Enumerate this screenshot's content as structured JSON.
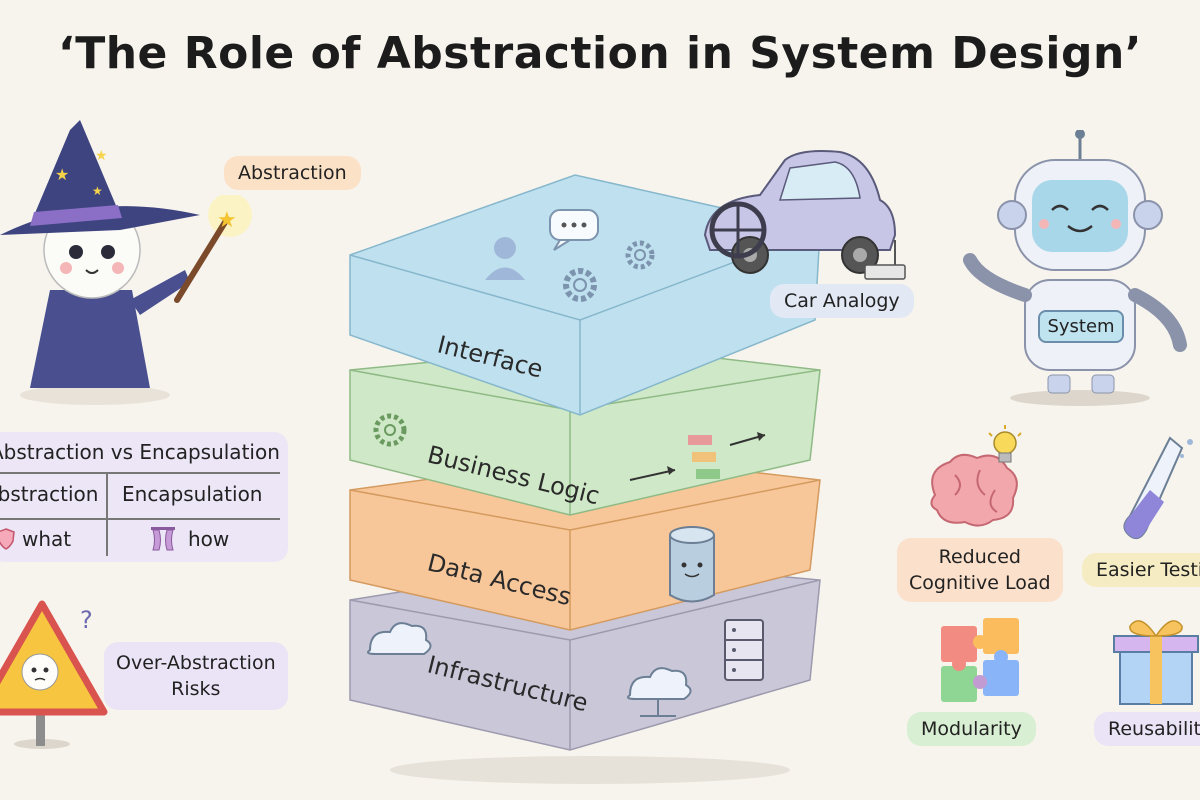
{
  "title": "‘The Role of Abstraction in System Design’",
  "labels": {
    "abstraction": "Abstraction",
    "car_analogy": "Car Analogy",
    "system_badge": "System",
    "over_abstraction_line1": "Over-Abstraction",
    "over_abstraction_line2": "Risks"
  },
  "layers": [
    {
      "label": "Interface",
      "color": "#bfe0ee"
    },
    {
      "label": "Business Logic",
      "color": "#cfe8c7"
    },
    {
      "label": "Data Access",
      "color": "#f7c79a"
    },
    {
      "label": "Infrastructure",
      "color": "#c9c7d8"
    }
  ],
  "comparison": {
    "heading": "Abstraction vs Encapsulation",
    "columns": [
      "Abstraction",
      "Encapsulation"
    ],
    "values": [
      "what",
      "how"
    ]
  },
  "benefits": [
    {
      "line1": "Reduced",
      "line2": "Cognitive Load"
    },
    {
      "line1": "Easier Testing",
      "line2": ""
    },
    {
      "line1": "Modularity",
      "line2": ""
    },
    {
      "line1": "Reusability",
      "line2": ""
    }
  ],
  "icons": [
    "wizard-icon",
    "magic-wand-icon",
    "user-icon",
    "chat-bubble-icon",
    "gear-icon",
    "car-icon",
    "robot-icon",
    "database-icon",
    "cloud-icon",
    "server-icon",
    "warning-sign-icon",
    "brain-icon",
    "lightbulb-icon",
    "test-tube-icon",
    "puzzle-icon",
    "gift-icon",
    "shield-icon",
    "curtain-icon"
  ]
}
